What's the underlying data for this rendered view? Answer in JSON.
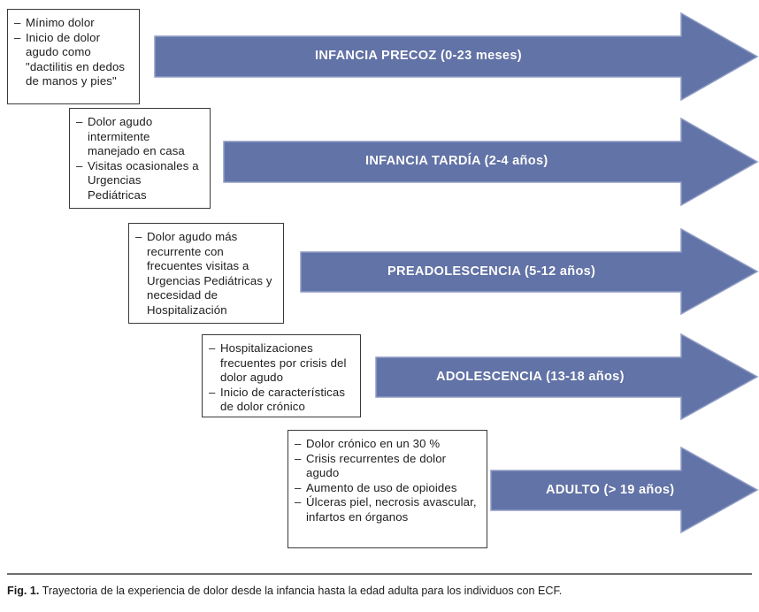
{
  "figure": {
    "accent_color": "#6273a8",
    "accent_border_color": "#8f9cc4",
    "box_border_color": "#3a3a3a",
    "label_text_color": "#ffffff",
    "body_text_color": "#1c1c1c"
  },
  "stages": [
    {
      "arrow_label": "INFANCIA PRECOZ (0-23 meses)",
      "bullets": [
        "Mínimo dolor",
        "Inicio de dolor agudo como \"dactilitis en dedos de manos y pies\""
      ]
    },
    {
      "arrow_label": "INFANCIA TARDÍA (2-4 años)",
      "bullets": [
        "Dolor agudo intermitente manejado en casa",
        "Visitas ocasionales a Urgencias Pediátricas"
      ]
    },
    {
      "arrow_label": "PREADOLESCENCIA (5-12 años)",
      "bullets": [
        "Dolor agudo más recurrente con frecuentes visitas a Urgencias Pediátricas y necesidad de Hospitalización"
      ]
    },
    {
      "arrow_label": "ADOLESCENCIA (13-18 años)",
      "bullets": [
        "Hospitalizaciones frecuentes por crisis del dolor agudo",
        "Inicio de características de dolor crónico"
      ]
    },
    {
      "arrow_label": "ADULTO (> 19 años)",
      "bullets": [
        "Dolor crónico en un 30 %",
        "Crisis recurrentes de dolor agudo",
        "Aumento de uso de opioides",
        "Úlceras piel, necrosis avascular, infartos en órganos"
      ]
    }
  ],
  "caption": {
    "label": "Fig. 1.",
    "text": "Trayectoria de la experiencia de dolor desde la infancia hasta la edad adulta para los individuos con ECF."
  }
}
